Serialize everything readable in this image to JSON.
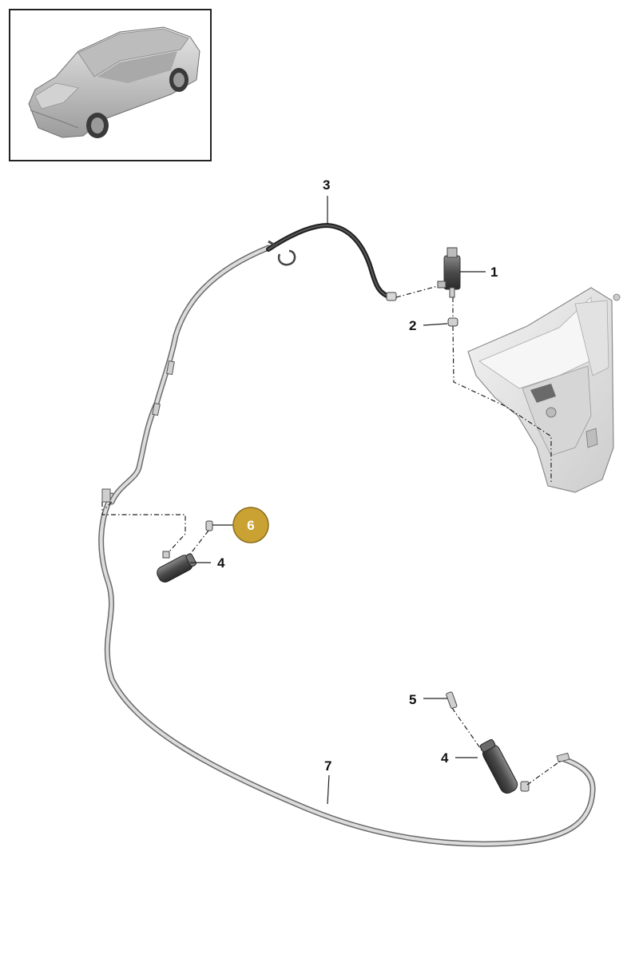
{
  "callouts": [
    {
      "id": "c1",
      "label": "1",
      "highlighted": false
    },
    {
      "id": "c2",
      "label": "2",
      "highlighted": false
    },
    {
      "id": "c3",
      "label": "3",
      "highlighted": false
    },
    {
      "id": "c4a",
      "label": "4",
      "highlighted": false
    },
    {
      "id": "c4b",
      "label": "4",
      "highlighted": false
    },
    {
      "id": "c5",
      "label": "5",
      "highlighted": false
    },
    {
      "id": "c6",
      "label": "6",
      "highlighted": true
    },
    {
      "id": "c7",
      "label": "7",
      "highlighted": false
    }
  ],
  "colors": {
    "highlight_fill": "#c9a233",
    "highlight_stroke": "#8c6f1e",
    "hose_light": "#d9d9d9",
    "hose_outline": "#6a6a6a",
    "hose_dark": "#2a2a2a",
    "leader": "#222222",
    "tank_fill": "#ececec",
    "tank_shade": "#cfcfcf"
  },
  "icons": {
    "thumbnail": "car-icon",
    "pump": "washer-pump-icon",
    "seal": "grommet-icon",
    "nozzle": "washer-nozzle-icon",
    "reservoir": "washer-reservoir-icon"
  }
}
